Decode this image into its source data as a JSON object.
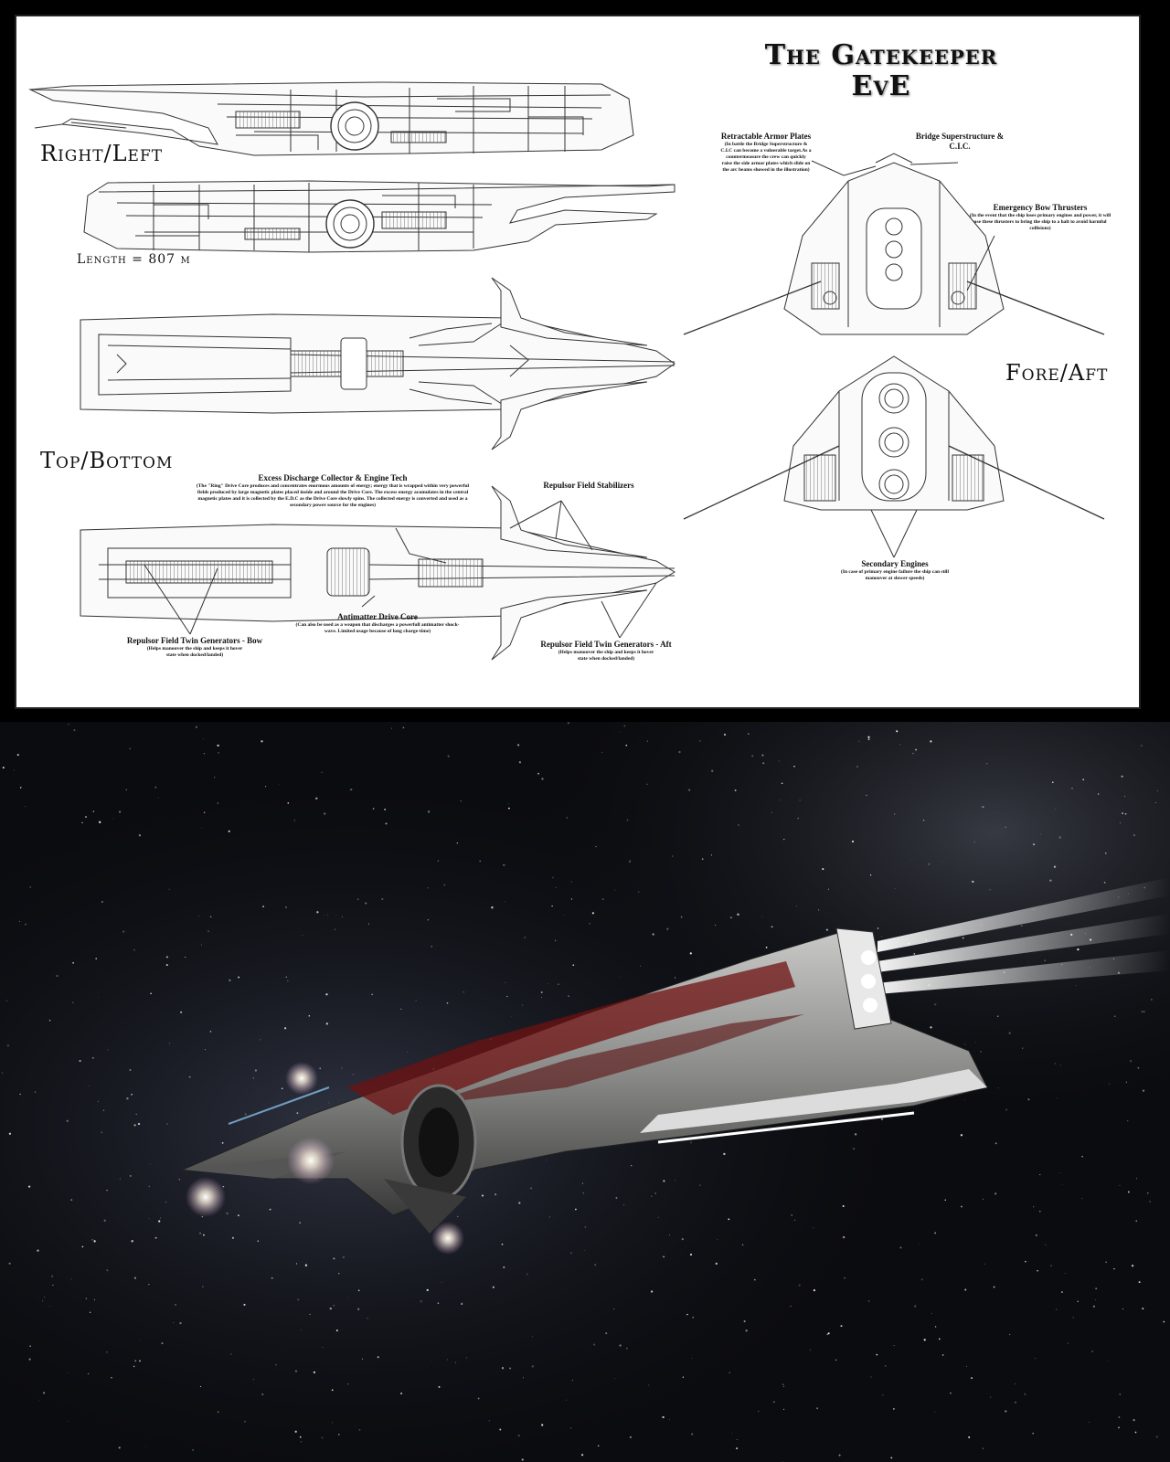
{
  "sheet": {
    "title_line1": "The Gatekeeper",
    "title_line2": "EvE",
    "view_right_left": "Right/Left",
    "view_top_bottom": "Top/Bottom",
    "view_fore_aft": "Fore/Aft",
    "length": "Length = 807 m"
  },
  "callouts": {
    "excess_discharge": {
      "title": "Excess Discharge Collector & Engine Tech",
      "body": "(The \"Ring\" Drive Core produces and concentrates enormous amounts of energy; energy that is wrapped within very powerful fields produced by large magnetic plates placed inside and around the Drive Core. The excess energy acumulates in the central magnetic plates and it is collected by the E.D.C as the Drive Core slowly spins. The collected energy is converted and used as a secondary power source for the engines)"
    },
    "repulsor_stabilizers": {
      "title": "Repulsor Field Stabilizers"
    },
    "antimatter_core": {
      "title": "Antimatter Drive Core",
      "body": "(Can also be used as a weapon that discharges a powerfull antimatter shock-wave. Limited usage because of long charge-time)"
    },
    "repulsor_bow": {
      "title": "Repulsor Field Twin Generators - Bow",
      "body": "(Helps manouver the ship and keeps it hover state when docked/landed)"
    },
    "repulsor_aft": {
      "title": "Repulsor Field Twin Generators - Aft",
      "body": "(Helps manouver the ship and keeps it hover state when docked/landed)"
    },
    "armor_plates": {
      "title": "Retractable Armor Plates",
      "body": "(In battle the Bridge Superstructure & C.I.C can become a vulnerable target.As a countermeasure the crew can quickly raise the side armor plates which slide on the arc beams showed in the illustration)"
    },
    "bridge": {
      "title": "Bridge Superstructure & C.I.C."
    },
    "bow_thrusters": {
      "title": "Emergency Bow Thrusters",
      "body": "(In the event that the ship loses primary engines and power, it will use these thrusters to bring the ship to a halt to avoid harmful collisions)"
    },
    "secondary_engines": {
      "title": "Secondary Engines",
      "body": "(In case of primary engine failure the ship can still manouver at slower speeds)"
    }
  },
  "colors": {
    "frame": "#000000",
    "paper": "#ffffff",
    "line": "#333333",
    "hull": "#9a9a98",
    "hull_stripe": "#6e1212",
    "engine_glow": "#f4f4ff",
    "space": "#0b0c10"
  }
}
